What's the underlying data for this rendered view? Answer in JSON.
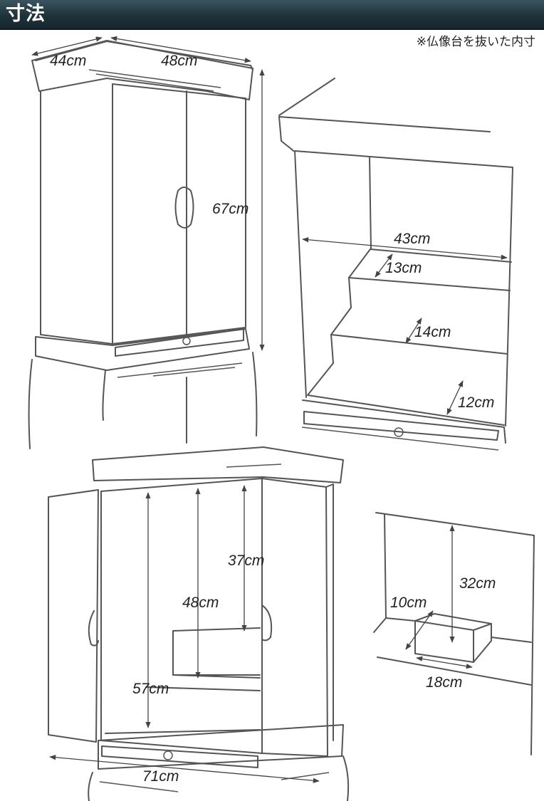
{
  "header": {
    "title": "寸法"
  },
  "note": "※仏像台を抜いた内寸",
  "exterior": {
    "depth": "44cm",
    "width": "48cm",
    "height": "67cm"
  },
  "interior": {
    "width": "43cm",
    "step_top": "13cm",
    "step_middle": "14cm",
    "step_bottom": "12cm"
  },
  "open_view": {
    "h_top": "37cm",
    "h_middle": "48cm",
    "h_full": "57cm",
    "open_width": "71cm"
  },
  "stand": {
    "height": "32cm",
    "depth": "10cm",
    "width": "18cm"
  },
  "colors": {
    "header": "#1f323a",
    "line": "#555555"
  }
}
